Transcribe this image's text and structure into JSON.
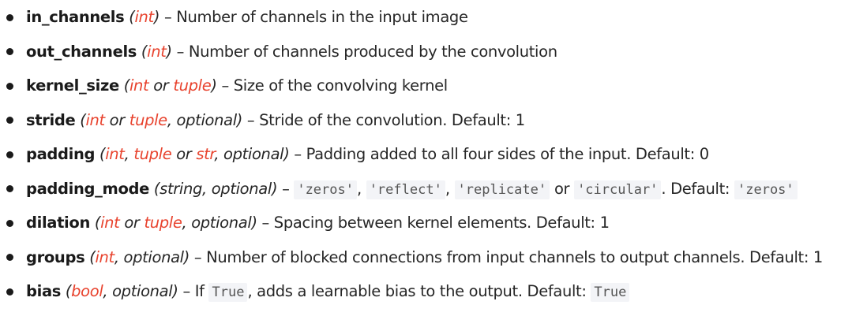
{
  "params": [
    {
      "name": "in_channels",
      "types": [
        {
          "t": "paren",
          "v": "("
        },
        {
          "t": "link",
          "v": "int"
        },
        {
          "t": "paren",
          "v": ")"
        }
      ],
      "desc": [
        {
          "t": "text",
          "v": " – Number of channels in the input image"
        }
      ]
    },
    {
      "name": "out_channels",
      "types": [
        {
          "t": "paren",
          "v": "("
        },
        {
          "t": "link",
          "v": "int"
        },
        {
          "t": "paren",
          "v": ")"
        }
      ],
      "desc": [
        {
          "t": "text",
          "v": " – Number of channels produced by the convolution"
        }
      ]
    },
    {
      "name": "kernel_size",
      "types": [
        {
          "t": "paren",
          "v": "("
        },
        {
          "t": "link",
          "v": "int"
        },
        {
          "t": "plain",
          "v": " or "
        },
        {
          "t": "link",
          "v": "tuple"
        },
        {
          "t": "paren",
          "v": ")"
        }
      ],
      "desc": [
        {
          "t": "text",
          "v": " – Size of the convolving kernel"
        }
      ]
    },
    {
      "name": "stride",
      "types": [
        {
          "t": "paren",
          "v": "("
        },
        {
          "t": "link",
          "v": "int"
        },
        {
          "t": "plain",
          "v": " or "
        },
        {
          "t": "link",
          "v": "tuple"
        },
        {
          "t": "plain",
          "v": ", optional"
        },
        {
          "t": "paren",
          "v": ")"
        }
      ],
      "desc": [
        {
          "t": "text",
          "v": " – Stride of the convolution. Default: 1"
        }
      ]
    },
    {
      "name": "padding",
      "types": [
        {
          "t": "paren",
          "v": "("
        },
        {
          "t": "link",
          "v": "int"
        },
        {
          "t": "plain",
          "v": ", "
        },
        {
          "t": "link",
          "v": "tuple"
        },
        {
          "t": "plain",
          "v": " or "
        },
        {
          "t": "link",
          "v": "str"
        },
        {
          "t": "plain",
          "v": ", optional"
        },
        {
          "t": "paren",
          "v": ")"
        }
      ],
      "desc": [
        {
          "t": "text",
          "v": " – Padding added to all four sides of the input. Default: 0"
        }
      ]
    },
    {
      "name": "padding_mode",
      "types": [
        {
          "t": "paren",
          "v": "("
        },
        {
          "t": "plain",
          "v": "string, optional"
        },
        {
          "t": "paren",
          "v": ")"
        }
      ],
      "desc": [
        {
          "t": "text",
          "v": " – "
        },
        {
          "t": "code",
          "v": "'zeros'"
        },
        {
          "t": "text",
          "v": ", "
        },
        {
          "t": "code",
          "v": "'reflect'"
        },
        {
          "t": "text",
          "v": ", "
        },
        {
          "t": "code",
          "v": "'replicate'"
        },
        {
          "t": "text",
          "v": " or "
        },
        {
          "t": "code",
          "v": "'circular'"
        },
        {
          "t": "text",
          "v": ". Default: "
        },
        {
          "t": "code",
          "v": "'zeros'"
        }
      ]
    },
    {
      "name": "dilation",
      "types": [
        {
          "t": "paren",
          "v": "("
        },
        {
          "t": "link",
          "v": "int"
        },
        {
          "t": "plain",
          "v": " or "
        },
        {
          "t": "link",
          "v": "tuple"
        },
        {
          "t": "plain",
          "v": ", optional"
        },
        {
          "t": "paren",
          "v": ")"
        }
      ],
      "desc": [
        {
          "t": "text",
          "v": " – Spacing between kernel elements. Default: 1"
        }
      ]
    },
    {
      "name": "groups",
      "types": [
        {
          "t": "paren",
          "v": "("
        },
        {
          "t": "link",
          "v": "int"
        },
        {
          "t": "plain",
          "v": ", optional"
        },
        {
          "t": "paren",
          "v": ")"
        }
      ],
      "desc": [
        {
          "t": "text",
          "v": " – Number of blocked connections from input channels to output channels. Default: 1"
        }
      ]
    },
    {
      "name": "bias",
      "types": [
        {
          "t": "paren",
          "v": "("
        },
        {
          "t": "link",
          "v": "bool"
        },
        {
          "t": "plain",
          "v": ", optional"
        },
        {
          "t": "paren",
          "v": ")"
        }
      ],
      "desc": [
        {
          "t": "text",
          "v": " – If "
        },
        {
          "t": "code",
          "v": "True"
        },
        {
          "t": "text",
          "v": ", adds a learnable bias to the output. Default: "
        },
        {
          "t": "code",
          "v": "True"
        }
      ]
    }
  ],
  "colors": {
    "type_link": "#e8432e",
    "text": "#262626",
    "code_bg": "#f3f4f7"
  }
}
